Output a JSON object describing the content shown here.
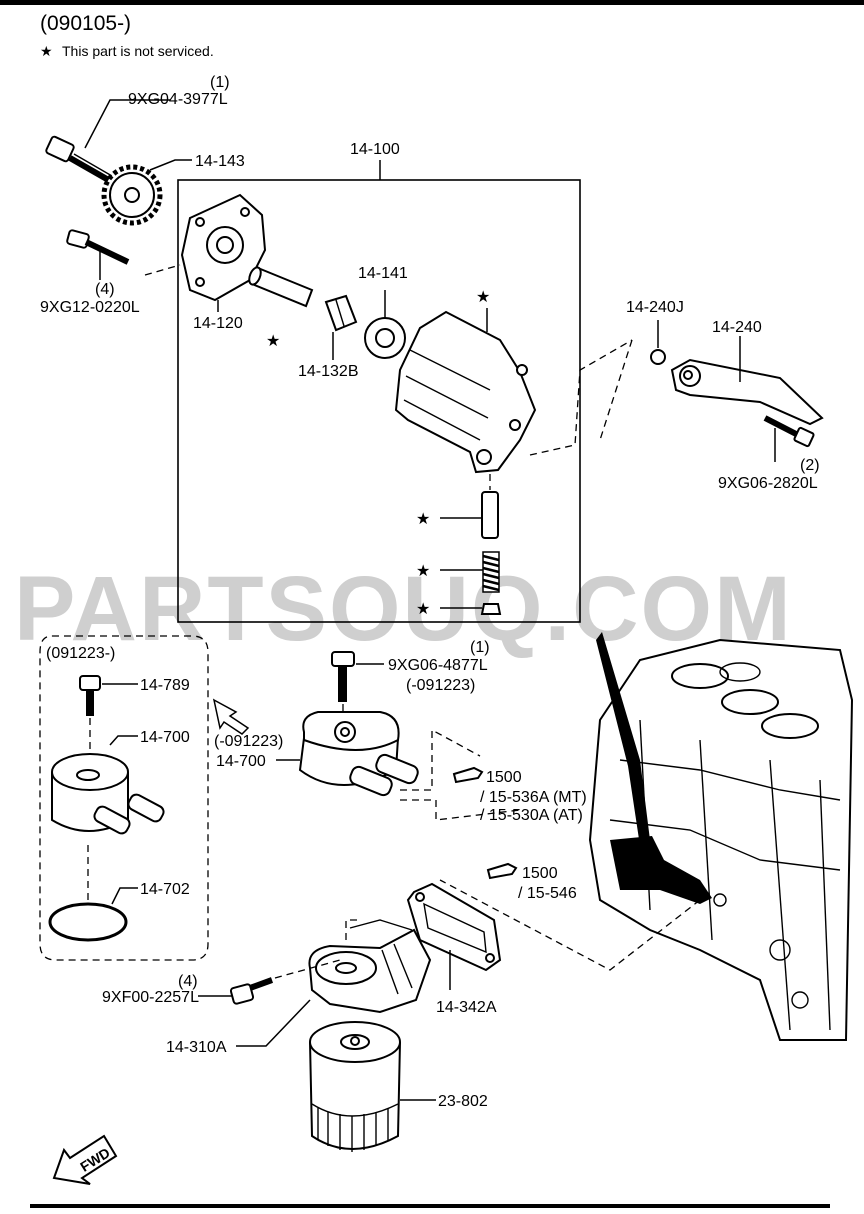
{
  "header": {
    "code": "(090105-)",
    "star_note": "This part is not serviced.",
    "star_glyph": "★"
  },
  "watermark": "PARTSOUQ.COM",
  "callouts": [
    {
      "id": "c1",
      "qty": "(1)",
      "label": "9XG04-3977L"
    },
    {
      "id": "c2",
      "label": "14-143"
    },
    {
      "id": "c3",
      "label": "14-100"
    },
    {
      "id": "c4",
      "qty": "(4)",
      "label": "9XG12-0220L"
    },
    {
      "id": "c5",
      "label": "14-120"
    },
    {
      "id": "c6",
      "label": "14-141"
    },
    {
      "id": "c7",
      "label": "14-132B"
    },
    {
      "id": "c8",
      "label": "14-240J"
    },
    {
      "id": "c9",
      "label": "14-240"
    },
    {
      "id": "c10",
      "qty": "(2)",
      "label": "9XG06-2820L"
    },
    {
      "id": "c11",
      "qty": "(1)",
      "label": "9XG06-4877L",
      "note": "(-091223)"
    },
    {
      "id": "c12",
      "label": "14-789"
    },
    {
      "id": "c13",
      "label": "14-700"
    },
    {
      "id": "c14",
      "label": "14-700",
      "note": "(-091223)"
    },
    {
      "id": "c15",
      "label": "14-702"
    },
    {
      "id": "c16",
      "qty": "(4)",
      "label": "9XF00-2257L"
    },
    {
      "id": "c17",
      "label": "14-342A"
    },
    {
      "id": "c18",
      "label": "14-310A"
    },
    {
      "id": "c19",
      "label": "23-802"
    }
  ],
  "inset": {
    "label": "(091223-)"
  },
  "references": [
    {
      "id": "r1",
      "num": "1500",
      "lines": [
        "/ 15-536A (MT)",
        "/ 15-530A (AT)"
      ]
    },
    {
      "id": "r2",
      "num": "1500",
      "lines": [
        "/ 15-546"
      ]
    }
  ],
  "fwd": "FWD"
}
